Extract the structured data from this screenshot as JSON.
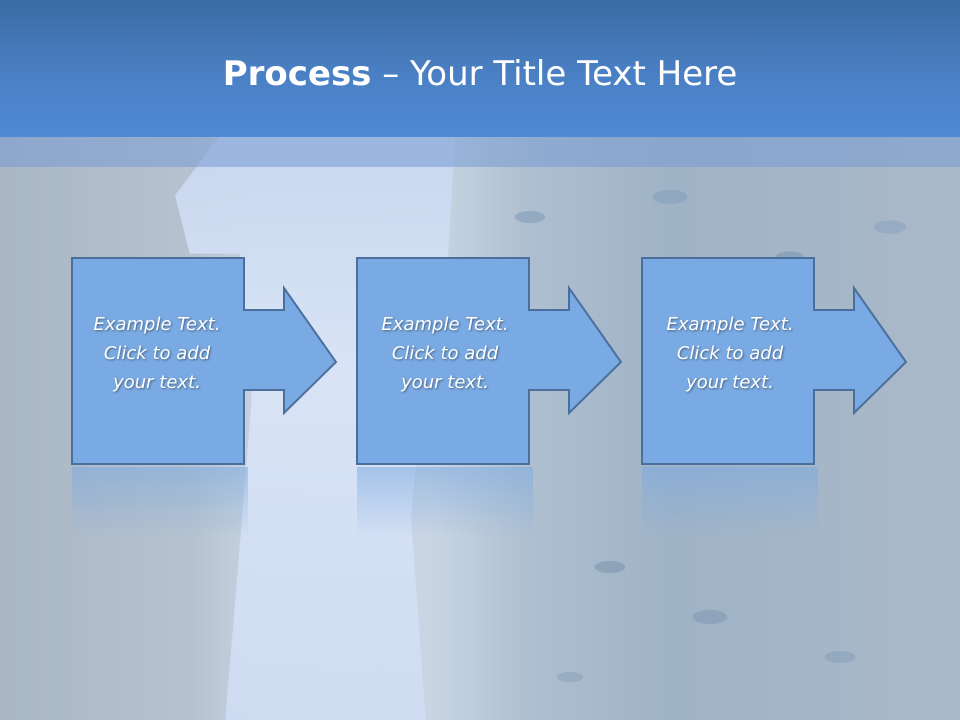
{
  "slide": {
    "title_bold": "Process",
    "title_rest": " – Your Title Text Here"
  },
  "steps": [
    {
      "text": "Example Text.\nClick  to add\nyour text."
    },
    {
      "text": "Example Text.\nClick  to add\nyour text."
    },
    {
      "text": "Example Text.\nClick  to add\nyour text."
    }
  ],
  "colors": {
    "title_band": "#4a80c4",
    "box_fill": "#7aaae3",
    "box_stroke": "#4a6f9c",
    "text": "#ffffff"
  }
}
